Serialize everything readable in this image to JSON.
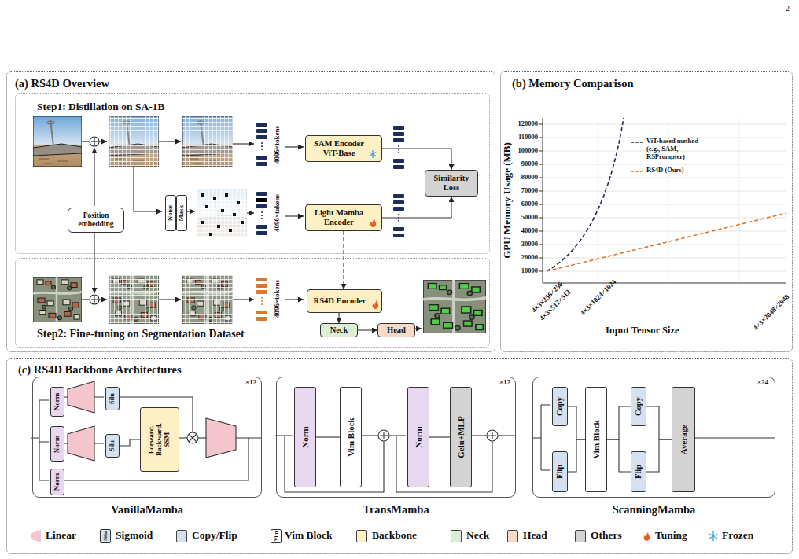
{
  "diagram": {
    "nodes": [
      {
        "text": [
          "(a) RS4D Overview"
        ]
      },
      {
        "text": [
          "Step1: Distillation on SA-1B"
        ],
        "in": 0
      },
      {
        "text": [
          "Position embedding"
        ],
        "in": 1
      },
      {
        "text": [
          "Noise"
        ],
        "in": 1
      },
      {
        "text": [
          "Mask"
        ],
        "in": 1
      },
      {
        "text": [
          "SAM Encoder ViT-Base"
        ],
        "in": 1
      },
      {
        "text": [
          "Light Mamba Encoder"
        ],
        "in": 1
      },
      {
        "text": [
          "Similarity Loss"
        ],
        "in": 1
      },
      {
        "text": [
          "Step2: Fine-tuning on Segmentation Dataset"
        ],
        "in": 0
      },
      {
        "text": [
          "RS4D Encoder"
        ],
        "in": 8
      },
      {
        "text": [
          "Neck"
        ],
        "in": 8
      },
      {
        "text": [
          "Head"
        ],
        "in": 8
      },
      {
        "text": [
          "(b) Memory Comparison"
        ]
      },
      {
        "text": [
          "(c) RS4D Backbone Architectures"
        ]
      },
      {
        "text": [
          "VanillaMamba"
        ],
        "in": 13
      },
      {
        "text": [
          "Norm"
        ],
        "in": 14
      },
      {
        "text": [
          "Silu"
        ],
        "in": 14
      },
      {
        "text": [
          "Norm"
        ],
        "in": 14
      },
      {
        "text": [
          "Silu"
        ],
        "in": 14
      },
      {
        "text": [
          "Forward. Backward. SSM"
        ],
        "in": 14
      },
      {
        "text": [
          "Norm"
        ],
        "in": 14
      },
      {
        "text": [
          "TransMamba"
        ],
        "in": 13
      },
      {
        "text": [
          "Norm"
        ],
        "in": 21
      },
      {
        "text": [
          "Vim Block"
        ],
        "in": 21
      },
      {
        "text": [
          "Norm"
        ],
        "in": 21
      },
      {
        "text": [
          "Gelu+MLP"
        ],
        "in": 21
      },
      {
        "text": [
          "ScanningMamba"
        ],
        "in": 13
      },
      {
        "text": [
          "Copy"
        ],
        "in": 26
      },
      {
        "text": [
          "Flip"
        ],
        "in": 26
      },
      {
        "text": [
          "Vim Block"
        ],
        "in": 26
      },
      {
        "text": [
          "Copy"
        ],
        "in": 26
      },
      {
        "text": [
          "Flip"
        ],
        "in": 26
      },
      {
        "text": [
          "Average"
        ],
        "in": 26
      }
    ],
    "edges": [
      {
        "from": 5,
        "to": 7,
        "arrow": "to"
      },
      {
        "from": 6,
        "to": 7,
        "arrow": "to"
      },
      {
        "from": 6,
        "to": 9,
        "arrow": "to"
      },
      {
        "from": 9,
        "to": 10,
        "arrow": "to"
      },
      {
        "from": 10,
        "to": 11,
        "arrow": "to"
      },
      {
        "from": 22,
        "to": 23,
        "arrow": "none"
      },
      {
        "from": 24,
        "to": 25,
        "arrow": "none"
      },
      {
        "from": 27,
        "to": 29,
        "arrow": "none"
      },
      {
        "from": 28,
        "to": 29,
        "arrow": "none"
      },
      {
        "from": 29,
        "to": 30,
        "arrow": "none"
      },
      {
        "from": 29,
        "to": 31,
        "arrow": "none"
      },
      {
        "from": 30,
        "to": 32,
        "arrow": "none"
      },
      {
        "from": 31,
        "to": 32,
        "arrow": "none"
      },
      {
        "from": 18,
        "to": 19,
        "arrow": "none"
      }
    ],
    "labels": [
      "2",
      "4096×tokens",
      "4096×tokens",
      "4096×tokens",
      "GPU Memory Usage (MB)",
      "120000",
      "110000",
      "100000",
      "90000",
      "80000",
      "70000",
      "60000",
      "50000",
      "40000",
      "30000",
      "20000",
      "10000",
      "4×3×256×256",
      "4×3×512×512",
      "4×3×1024×1024",
      "4×3×2048×2048",
      "Input Tensor Size",
      "×12",
      "×12",
      "×24",
      "Silu",
      "Vim"
    ],
    "legend": [
      {
        "text": "ViT-based method (e.g., SAM, RSPrompter)"
      },
      {
        "text": "RS4D (Ours)"
      },
      {
        "text": "Linear",
        "color": "#f4c5cd"
      },
      {
        "text": "Sigmoid"
      },
      {
        "text": "Copy/Flip",
        "color": "#d5e1ee"
      },
      {
        "text": "Vim Block"
      },
      {
        "text": "Backbone",
        "color": "#fdf0c4"
      },
      {
        "text": "Neck",
        "color": "#dcefd6"
      },
      {
        "text": "Head",
        "color": "#f7d9c6"
      },
      {
        "text": "Others",
        "color": "#d3d3d3"
      },
      {
        "text": "Tuning"
      },
      {
        "text": "Frozen"
      }
    ]
  }
}
